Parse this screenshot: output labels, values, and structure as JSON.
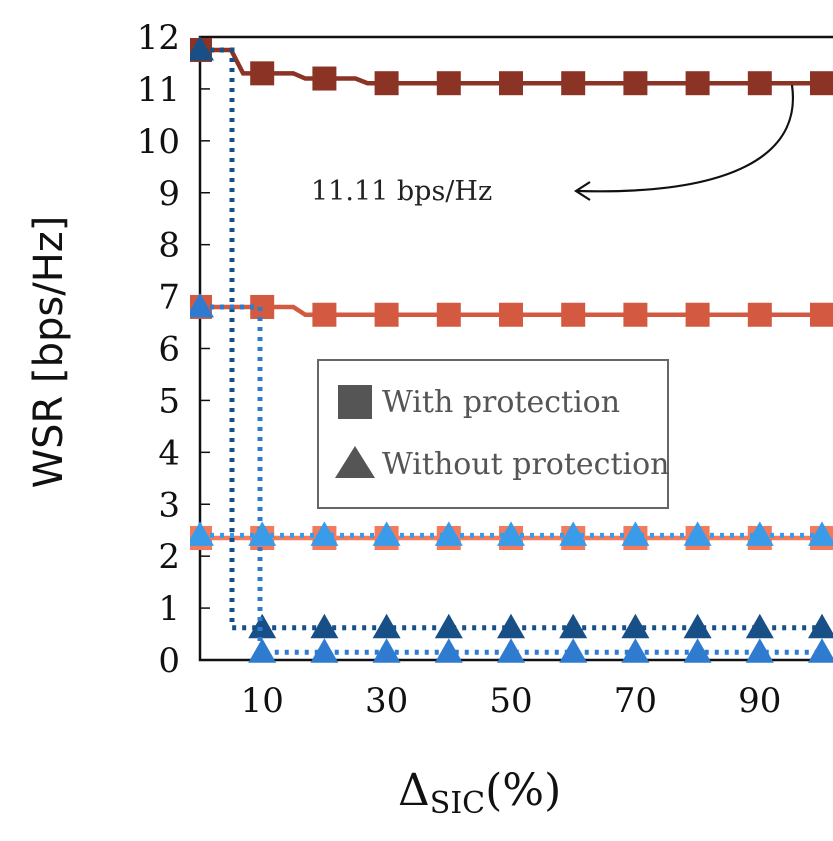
{
  "chart_data": {
    "type": "line",
    "xlabel": "Δ",
    "xlabel_sub": "SIC",
    "xlabel_suffix": "(%)",
    "ylabel": "WSR [bps/Hz]",
    "xlim": [
      0,
      100
    ],
    "ylim": [
      0,
      12
    ],
    "xticks": [
      10,
      30,
      50,
      70,
      90
    ],
    "yticks": [
      0,
      1,
      2,
      3,
      4,
      5,
      6,
      7,
      8,
      9,
      10,
      11,
      12
    ],
    "grid": false,
    "legend": {
      "position": "center-right",
      "entries": [
        {
          "label": "With protection",
          "marker": "square",
          "color": "#555555"
        },
        {
          "label": "Without protection",
          "marker": "triangle",
          "color": "#555555"
        }
      ]
    },
    "annotation": {
      "text": "11.11 bps/Hz",
      "target": [
        100,
        11.11
      ]
    },
    "series": [
      {
        "marker": "square",
        "style": "solid",
        "color": "#8b3426",
        "x": [
          0,
          10,
          20,
          30,
          40,
          50,
          60,
          70,
          80,
          90,
          100
        ],
        "y": [
          11.75,
          11.3,
          11.2,
          11.11,
          11.11,
          11.11,
          11.11,
          11.11,
          11.11,
          11.11,
          11.11
        ]
      },
      {
        "marker": "square",
        "style": "solid",
        "color": "#d35a40",
        "x": [
          0,
          10,
          20,
          30,
          40,
          50,
          60,
          70,
          80,
          90,
          100
        ],
        "y": [
          6.8,
          6.8,
          6.65,
          6.65,
          6.65,
          6.65,
          6.65,
          6.65,
          6.65,
          6.65,
          6.65
        ]
      },
      {
        "marker": "square",
        "style": "solid",
        "color": "#f47a5c",
        "x": [
          0,
          10,
          20,
          30,
          40,
          50,
          60,
          70,
          80,
          90,
          100
        ],
        "y": [
          2.35,
          2.35,
          2.35,
          2.35,
          2.35,
          2.35,
          2.35,
          2.35,
          2.35,
          2.35,
          2.35
        ]
      },
      {
        "marker": "triangle",
        "style": "dotted",
        "color": "#174f86",
        "x": [
          0,
          10,
          20,
          30,
          40,
          50,
          60,
          70,
          80,
          90,
          100
        ],
        "y": [
          11.75,
          0.62,
          0.62,
          0.62,
          0.62,
          0.62,
          0.62,
          0.62,
          0.62,
          0.62,
          0.62
        ]
      },
      {
        "marker": "triangle",
        "style": "dotted",
        "color": "#2f7bd0",
        "x": [
          0,
          10,
          20,
          30,
          40,
          50,
          60,
          70,
          80,
          90,
          100
        ],
        "y": [
          6.8,
          0.15,
          0.15,
          0.15,
          0.15,
          0.15,
          0.15,
          0.15,
          0.15,
          0.15,
          0.15
        ]
      },
      {
        "marker": "triangle",
        "style": "dotted",
        "color": "#3a9be8",
        "x": [
          0,
          10,
          20,
          30,
          40,
          50,
          60,
          70,
          80,
          90,
          100
        ],
        "y": [
          2.4,
          2.4,
          2.4,
          2.4,
          2.4,
          2.4,
          2.4,
          2.4,
          2.4,
          2.4,
          2.4
        ]
      }
    ]
  }
}
